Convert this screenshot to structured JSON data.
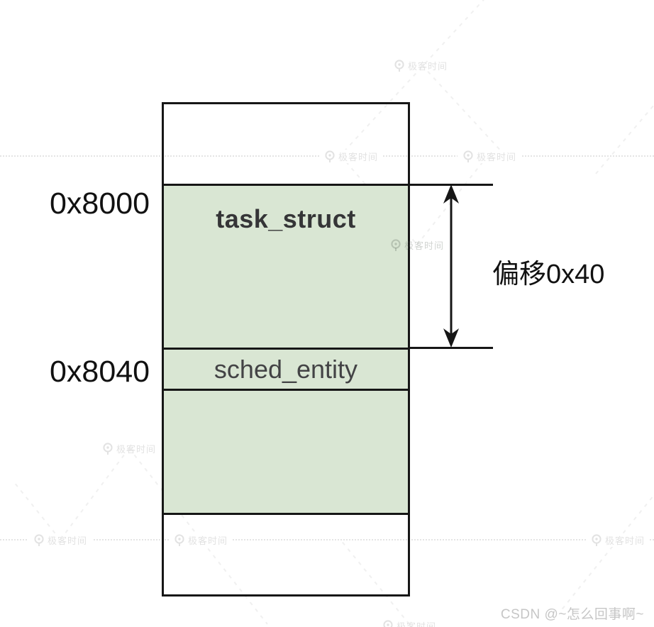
{
  "diagram": {
    "box": {
      "sections": [
        {
          "name": "upper-padding",
          "label": ""
        },
        {
          "name": "task-struct",
          "label": "task_struct"
        },
        {
          "name": "sched-entity",
          "label": "sched_entity"
        },
        {
          "name": "lower-green",
          "label": ""
        },
        {
          "name": "lower-padding",
          "label": ""
        }
      ]
    },
    "addresses": [
      {
        "value": "0x8000"
      },
      {
        "value": "0x8040"
      }
    ],
    "offset_label": "偏移0x40"
  },
  "watermark": {
    "brand": "极客时间",
    "csdn": "CSDN @~怎么回事啊~"
  },
  "colors": {
    "section_green": "#d9e6d3",
    "line_black": "#161616",
    "label_black": "#111111",
    "struct_text": "#353537",
    "watermark_gray": "#e2e2e2"
  }
}
